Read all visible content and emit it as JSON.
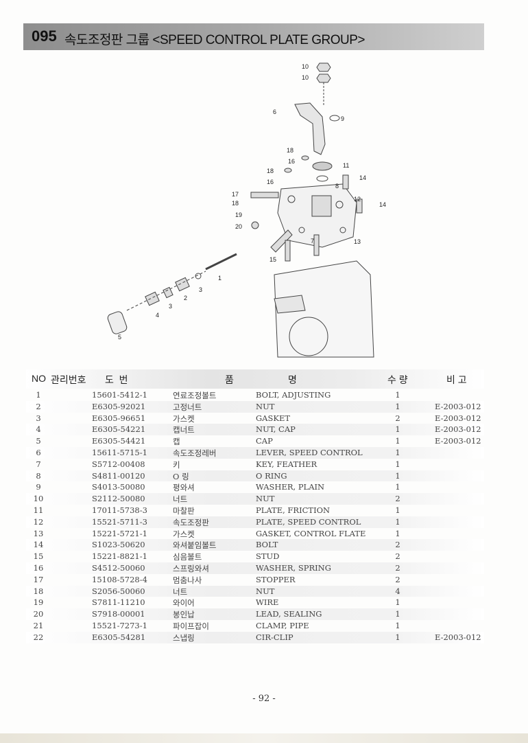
{
  "header": {
    "number": "095",
    "title": "속도조정판 그룹 <SPEED CONTROL PLATE GROUP>"
  },
  "callouts": [
    "10",
    "10",
    "6",
    "9",
    "18",
    "16",
    "11",
    "18",
    "16",
    "8",
    "14",
    "17",
    "18",
    "12",
    "14",
    "19",
    "20",
    "7",
    "13",
    "15",
    "1",
    "3",
    "2",
    "3",
    "4",
    "5"
  ],
  "table": {
    "headers": [
      "NO",
      "관리번호",
      "도  번",
      "품",
      "명",
      "수 량",
      "비 고"
    ],
    "rows": [
      [
        "1",
        "15601-5412-1",
        "연료조정볼트",
        "BOLT, ADJUSTING",
        "1",
        ""
      ],
      [
        "2",
        "E6305-92021",
        "고정너트",
        "NUT",
        "1",
        "E-2003-012"
      ],
      [
        "3",
        "E6305-96651",
        "가스켓",
        "GASKET",
        "2",
        "E-2003-012"
      ],
      [
        "4",
        "E6305-54221",
        "캡너트",
        "NUT, CAP",
        "1",
        "E-2003-012"
      ],
      [
        "5",
        "E6305-54421",
        "캡",
        "CAP",
        "1",
        "E-2003-012"
      ],
      [
        "6",
        "15611-5715-1",
        "속도조정레버",
        "LEVER, SPEED CONTROL",
        "1",
        ""
      ],
      [
        "7",
        "S5712-00408",
        "키",
        "KEY, FEATHER",
        "1",
        ""
      ],
      [
        "8",
        "S4811-00120",
        "O 링",
        "O RING",
        "1",
        ""
      ],
      [
        "9",
        "S4013-50080",
        "평와셔",
        "WASHER, PLAIN",
        "1",
        ""
      ],
      [
        "10",
        "S2112-50080",
        "너트",
        "NUT",
        "2",
        ""
      ],
      [
        "11",
        "17011-5738-3",
        "마찰판",
        "PLATE, FRICTION",
        "1",
        ""
      ],
      [
        "12",
        "15521-5711-3",
        "속도조정판",
        "PLATE, SPEED CONTROL",
        "1",
        ""
      ],
      [
        "13",
        "15221-5721-1",
        "가스켓",
        "GASKET, CONTROL FLATE",
        "1",
        ""
      ],
      [
        "14",
        "S1023-50620",
        "와셔붙임볼트",
        "BOLT",
        "2",
        ""
      ],
      [
        "15",
        "15221-8821-1",
        "심음볼트",
        "STUD",
        "2",
        ""
      ],
      [
        "16",
        "S4512-50060",
        "스프링와셔",
        "WASHER, SPRING",
        "2",
        ""
      ],
      [
        "17",
        "15108-5728-4",
        "멈춤나사",
        "STOPPER",
        "2",
        ""
      ],
      [
        "18",
        "S2056-50060",
        "너트",
        "NUT",
        "4",
        ""
      ],
      [
        "19",
        "S7811-11210",
        "와이어",
        "WIRE",
        "1",
        ""
      ],
      [
        "20",
        "S7918-00001",
        "봉인납",
        "LEAD, SEALING",
        "1",
        ""
      ],
      [
        "21",
        "15521-7273-1",
        "파이프잡이",
        "CLAMP, PIPE",
        "1",
        ""
      ],
      [
        "22",
        "E6305-54281",
        "스냅링",
        "CIR-CLIP",
        "1",
        "E-2003-012"
      ]
    ]
  },
  "page_number": "- 92 -"
}
